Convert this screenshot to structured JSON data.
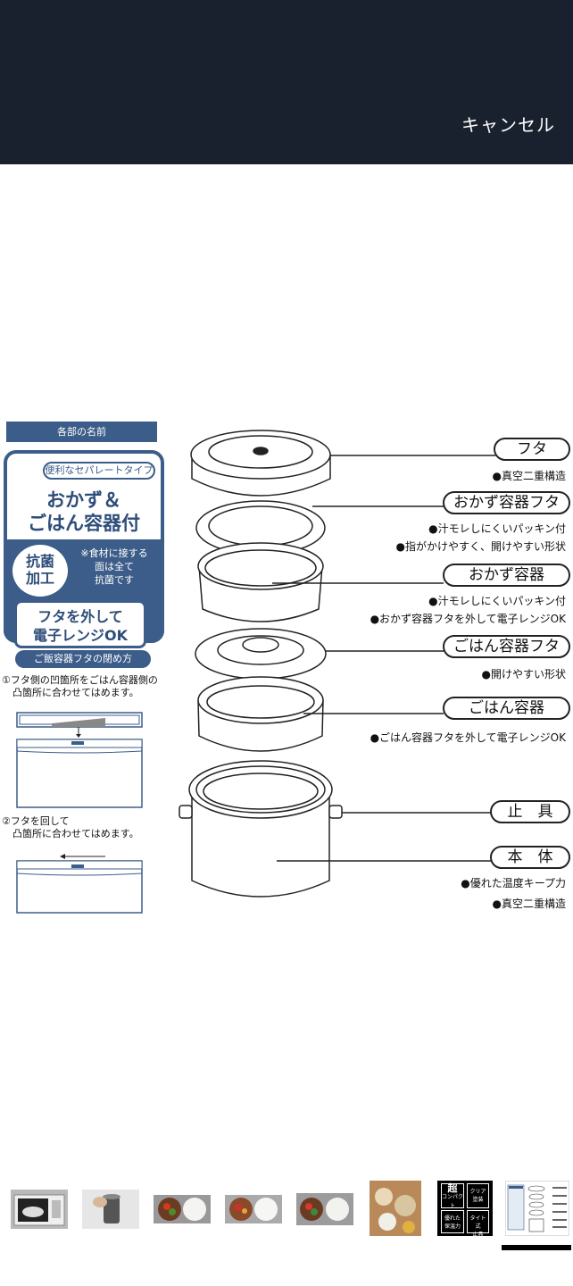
{
  "header": {
    "cancel_label": "キャンセル"
  },
  "figure": {
    "section_title": "各部の名前",
    "badge_separate": "便利なセパレートタイプ",
    "headline_1": "おかず＆",
    "headline_2": "ごはん容器付",
    "antibacterial_1": "抗菌",
    "antibacterial_2": "加工",
    "antibacterial_note_1": "※食材に接する",
    "antibacterial_note_2": "面は全て",
    "antibacterial_note_3": "抗菌です",
    "microwave_1": "フタを外して",
    "microwave_2": "電子レンジOK",
    "closing_title": "ご飯容器フタの閉め方",
    "step1_1": "①フタ側の凹箇所をごはん容器側の",
    "step1_2": "凸箇所に合わせてはめます。",
    "step2_1": "②フタを回して",
    "step2_2": "凸箇所に合わせてはめます。",
    "parts": [
      {
        "label": "フタ",
        "features": [
          "●真空二重構造"
        ]
      },
      {
        "label": "おかず容器フタ",
        "features": [
          "●汁モレしにくいパッキン付",
          "●指がかけやすく、開けやすい形状"
        ]
      },
      {
        "label": "おかず容器",
        "features": [
          "●汁モレしにくいパッキン付",
          "●おかず容器フタを外して電子レンジOK"
        ]
      },
      {
        "label": "ごはん容器フタ",
        "features": [
          "●開けやすい形状"
        ]
      },
      {
        "label": "ごはん容器",
        "features": [
          "●ごはん容器フタを外して電子レンジOK"
        ]
      },
      {
        "label": "止　具",
        "features": []
      },
      {
        "label": "本　体",
        "features": [
          "●優れた温度キープ力",
          "●真空二重構造"
        ]
      }
    ]
  },
  "thumbnails": {
    "count": 8,
    "selected_index": 7,
    "thumb7_1": "超",
    "thumb7_2": "コンパクト",
    "thumb7_3": "クリア",
    "thumb7_4": "塗装",
    "thumb7_5": "優れた",
    "thumb7_6": "保温力",
    "thumb7_7": "タイト式",
    "thumb7_8": "止具"
  },
  "colors": {
    "topbar": "#19212e",
    "accent_blue": "#3c5d89",
    "selected_bar": "#000000"
  }
}
